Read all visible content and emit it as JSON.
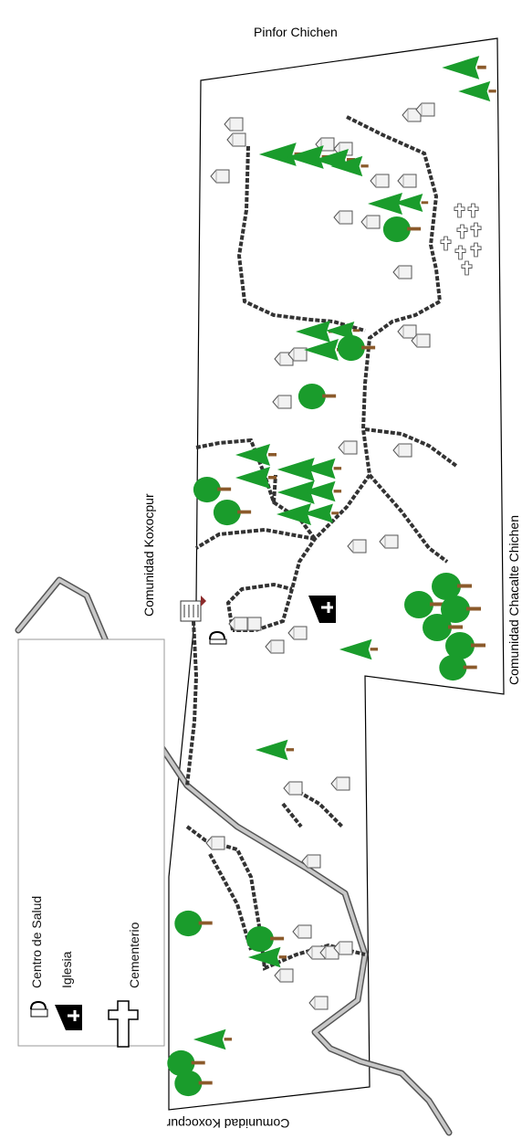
{
  "labels": {
    "north": "Pinfor Chichen",
    "west": "Comunidad Koxocpur",
    "east": "Comunidad Chacalte Chichen",
    "south": "Comunidad Koxocpur"
  },
  "legend": {
    "items": [
      {
        "label": "Centro de Salud",
        "icon": "health-center-icon"
      },
      {
        "label": "Iglesia",
        "icon": "church-icon"
      },
      {
        "label": "Cementerio",
        "icon": "cemetery-icon"
      }
    ]
  },
  "colors": {
    "tree": "#1a9c2c",
    "trunk": "#8b5a2b",
    "road": "#7a7a7a",
    "path": "#555555",
    "boundary": "#000000",
    "church": "#000000",
    "school": "#8b2a2a"
  }
}
